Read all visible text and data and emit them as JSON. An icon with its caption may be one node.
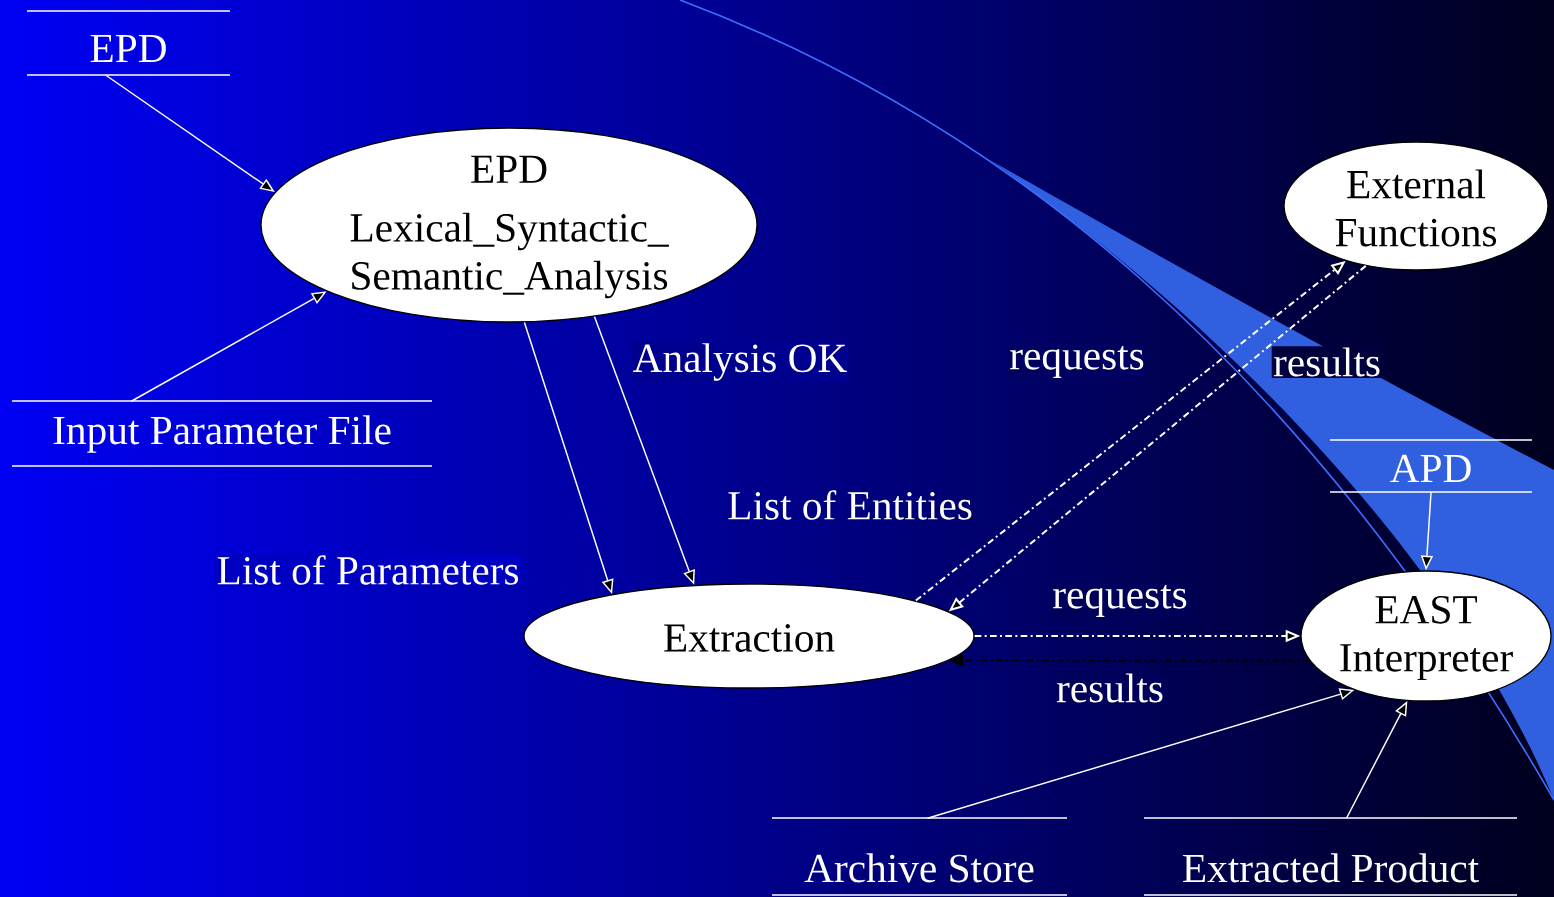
{
  "diagram": {
    "nodes": [
      {
        "text": [
          "EPD"
        ]
      },
      {
        "text": [
          "EPD",
          "Lexical_Syntactic_ Semantic_Analysis"
        ]
      },
      {
        "text": [
          "Input Parameter File"
        ]
      },
      {
        "text": [
          "External Functions"
        ]
      },
      {
        "text": [
          "APD"
        ]
      },
      {
        "text": [
          "Extraction"
        ]
      },
      {
        "text": [
          "EAST Interpreter"
        ]
      },
      {
        "text": [
          "Archive Store"
        ]
      },
      {
        "text": [
          "Extracted Product"
        ]
      }
    ],
    "edges": [
      {
        "from": 0,
        "to": 1,
        "arrow": "to"
      },
      {
        "from": 2,
        "to": 1,
        "arrow": "to"
      },
      {
        "from": 1,
        "to": 5,
        "arrow": "to",
        "label": "List of Parameters"
      },
      {
        "from": 1,
        "to": 5,
        "arrow": "to",
        "label": "Analysis OK"
      },
      {
        "from": 5,
        "to": 3,
        "arrow": "to",
        "label": "requests",
        "style": "dashed"
      },
      {
        "from": 3,
        "to": 5,
        "arrow": "to",
        "label": "results",
        "style": "dashed"
      },
      {
        "from": 5,
        "to": 6,
        "arrow": "to",
        "label": "requests",
        "style": "dashed"
      },
      {
        "from": 6,
        "to": 5,
        "arrow": "to",
        "label": "results",
        "style": "dashed",
        "color": "#000000"
      },
      {
        "from": 4,
        "to": 6,
        "arrow": "to"
      },
      {
        "from": 7,
        "to": 6,
        "arrow": "to"
      },
      {
        "from": 8,
        "to": 6,
        "arrow": "to"
      }
    ],
    "labels": [
      "List of Entities"
    ]
  }
}
